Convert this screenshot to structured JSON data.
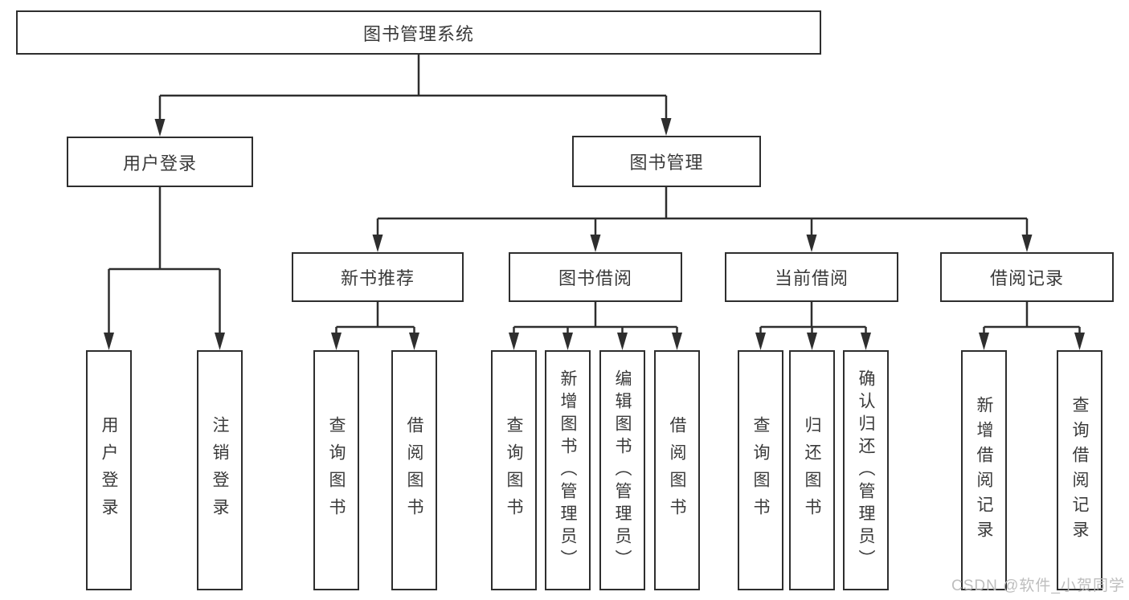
{
  "diagram": {
    "type": "hierarchy-tree",
    "tree": {
      "root": {
        "label": "图书管理系统"
      },
      "children": [
        {
          "label": "用户登录",
          "children": [
            {
              "label": "用户登录"
            },
            {
              "label": "注销登录"
            }
          ]
        },
        {
          "label": "图书管理",
          "children": [
            {
              "label": "新书推荐",
              "children": [
                {
                  "label": "查询图书"
                },
                {
                  "label": "借阅图书"
                }
              ]
            },
            {
              "label": "图书借阅",
              "children": [
                {
                  "label": "查询图书"
                },
                {
                  "label": "新增图书（管理员）"
                },
                {
                  "label": "编辑图书（管理员）"
                },
                {
                  "label": "借阅图书"
                }
              ]
            },
            {
              "label": "当前借阅",
              "children": [
                {
                  "label": "查询图书"
                },
                {
                  "label": "归还图书"
                },
                {
                  "label": "确认归还（管理员）"
                }
              ]
            },
            {
              "label": "借阅记录",
              "children": [
                {
                  "label": "新增借阅记录"
                },
                {
                  "label": "查询借阅记录"
                }
              ]
            }
          ]
        }
      ]
    },
    "colors": {
      "line": "#2e2e2e",
      "box_fill": "#ffffff",
      "text": "#3a3a3a",
      "watermark": "#bbbbbb"
    }
  },
  "watermark": {
    "text": "CSDN @软件_小贺同学"
  }
}
